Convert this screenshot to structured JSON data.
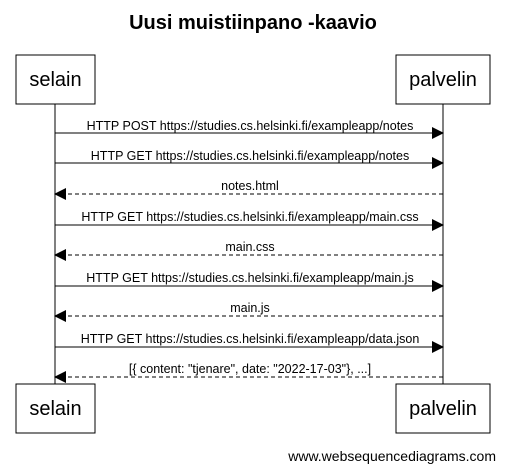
{
  "title": "Uusi muistiinpano -kaavio",
  "participants": [
    "selain",
    "palvelin"
  ],
  "messages": [
    {
      "from": "selain",
      "to": "palvelin",
      "style": "solid",
      "label": "HTTP POST https://studies.cs.helsinki.fi/exampleapp/notes"
    },
    {
      "from": "selain",
      "to": "palvelin",
      "style": "solid",
      "label": "HTTP GET https://studies.cs.helsinki.fi/exampleapp/notes"
    },
    {
      "from": "palvelin",
      "to": "selain",
      "style": "dashed",
      "label": "notes.html"
    },
    {
      "from": "selain",
      "to": "palvelin",
      "style": "solid",
      "label": "HTTP GET https://studies.cs.helsinki.fi/exampleapp/main.css"
    },
    {
      "from": "palvelin",
      "to": "selain",
      "style": "dashed",
      "label": "main.css"
    },
    {
      "from": "selain",
      "to": "palvelin",
      "style": "solid",
      "label": "HTTP GET https://studies.cs.helsinki.fi/exampleapp/main.js"
    },
    {
      "from": "palvelin",
      "to": "selain",
      "style": "dashed",
      "label": "main.js"
    },
    {
      "from": "selain",
      "to": "palvelin",
      "style": "solid",
      "label": "HTTP GET https://studies.cs.helsinki.fi/exampleapp/data.json"
    },
    {
      "from": "palvelin",
      "to": "selain",
      "style": "dashed",
      "label": "[{ content: \"tjenare\", date: \"2022-17-03\"}, ...]"
    }
  ],
  "watermark": "www.websequencediagrams.com"
}
